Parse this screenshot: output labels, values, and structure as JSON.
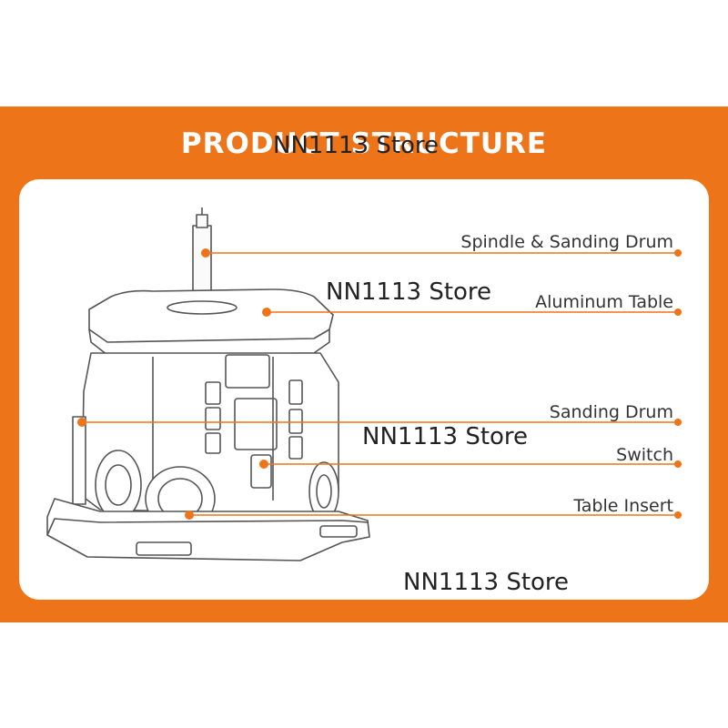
{
  "title": "PRODUCT STRUCTURE",
  "labels": {
    "spindle": "Spindle & Sanding Drum",
    "table": "Aluminum Table",
    "drum": "Sanding Drum",
    "switch": "Switch",
    "insert": "Table Insert"
  },
  "watermark": "NN1113 Store",
  "colors": {
    "accent": "#EE7419",
    "panel": "#FFFFFF",
    "line_art": "#555555"
  }
}
